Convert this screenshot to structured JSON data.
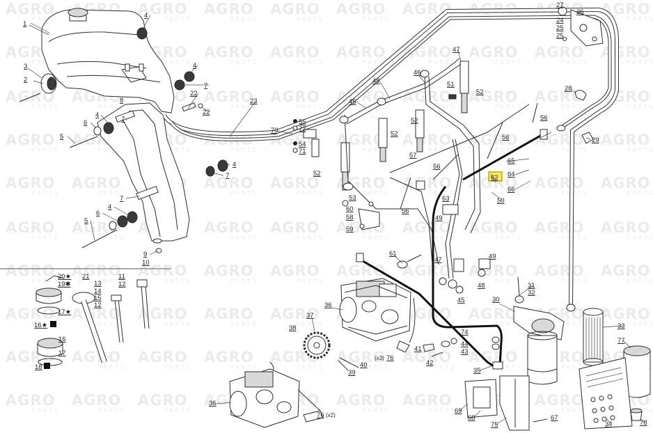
{
  "watermark": {
    "brand": "AGRO",
    "sub": "PARTS"
  },
  "colors": {
    "line": "#2b2b2b",
    "highlight_fill": "#fbe86a",
    "highlight_border": "#c9a800",
    "watermark": "#ebebeb"
  },
  "callouts": [
    "1",
    "4",
    "3",
    "2",
    "4",
    "7",
    "22",
    "8",
    "22",
    "4",
    "6",
    "7",
    "5",
    "4",
    "7",
    "7",
    "4",
    "6",
    "5",
    "9",
    "10",
    "20★",
    "19✱",
    "21",
    "11",
    "12",
    "13",
    "14",
    "15",
    "12",
    "17★",
    "16★",
    "16",
    "17",
    "18",
    "23",
    "70",
    "55",
    "72",
    "54",
    "71",
    "52",
    "53",
    "60",
    "58",
    "59",
    "48",
    "45",
    "46",
    "47",
    "51",
    "52",
    "52",
    "52",
    "57",
    "56",
    "56",
    "56",
    "56",
    "62",
    "65",
    "64",
    "66",
    "50",
    "63",
    "49",
    "49",
    "47",
    "48",
    "45",
    "61",
    "36",
    "37",
    "38",
    "39",
    "40",
    "41",
    "42",
    "(x3)",
    "76",
    "43",
    "44",
    "74",
    "35",
    "30",
    "31",
    "32",
    "28",
    "29",
    "27",
    "26",
    "24",
    "25",
    "25",
    "33",
    "77",
    "34",
    "78",
    "36",
    "76",
    "(x2)",
    "69",
    "68",
    "75",
    "67"
  ]
}
